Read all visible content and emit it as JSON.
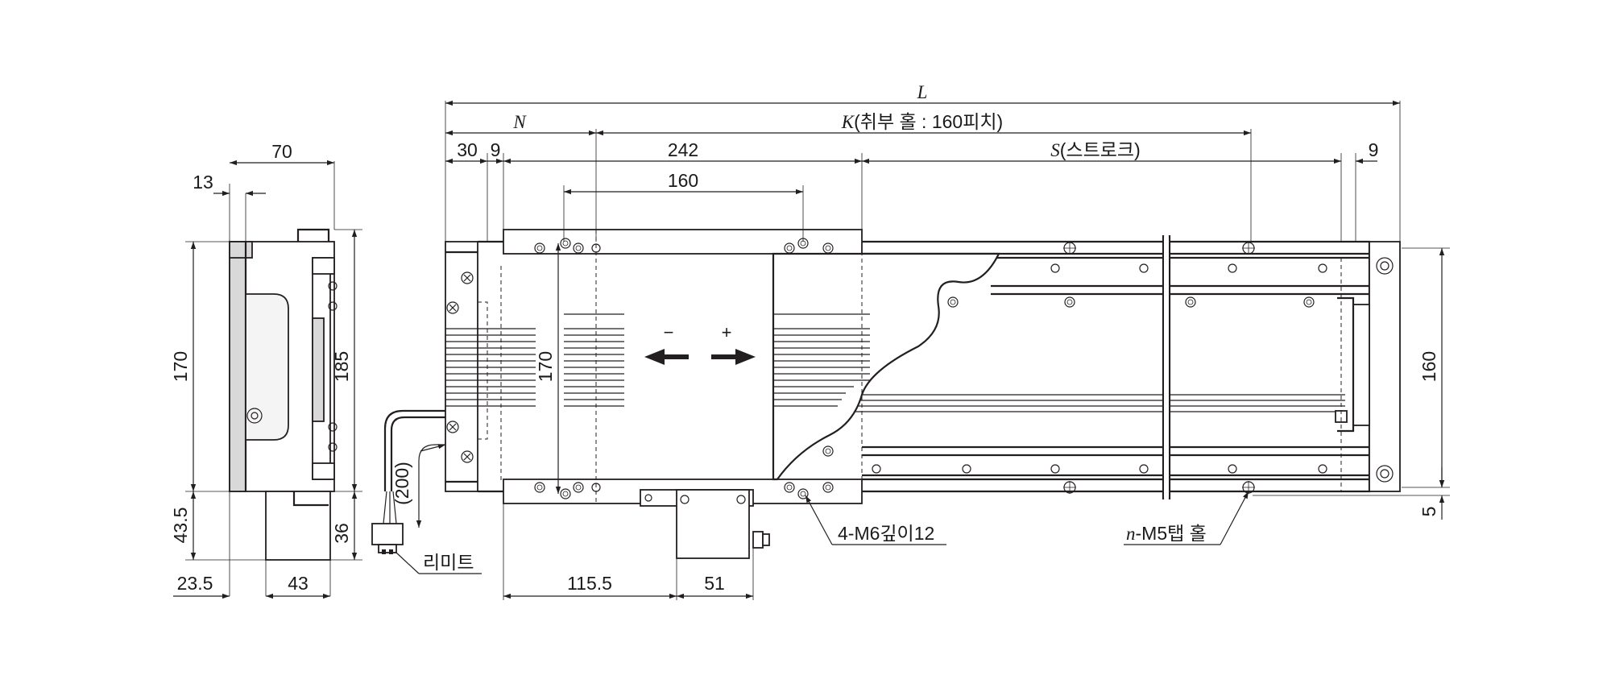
{
  "dimensions": {
    "L": "L",
    "N": "N",
    "K_letter": "K",
    "K_text": "(취부 홀 : 160피치)",
    "S_letter": "S",
    "S_text": "(스트로크)",
    "d30": "30",
    "d9_left": "9",
    "d242": "242",
    "d9_right": "9",
    "d160_top": "160",
    "d170_mid": "170",
    "d160_right": "160",
    "d5": "5",
    "d115_5": "115.5",
    "d51": "51",
    "d200": "(200)",
    "side_70": "70",
    "side_13": "13",
    "side_170": "170",
    "side_185": "185",
    "side_43_5": "43.5",
    "side_36": "36",
    "side_23_5": "23.5",
    "side_43": "43"
  },
  "callouts": {
    "limit": "리미트",
    "mount_holes": "4-M6깊이12",
    "n_letter": "n",
    "tap_holes": "-M5탭 홀"
  },
  "symbols": {
    "minus": "−",
    "plus": "+"
  },
  "icons": {
    "arrow_left": "arrow-left-icon",
    "arrow_right": "arrow-right-icon"
  },
  "colors": {
    "line": "#231f20",
    "fill_gray": "#d9d9d9"
  }
}
